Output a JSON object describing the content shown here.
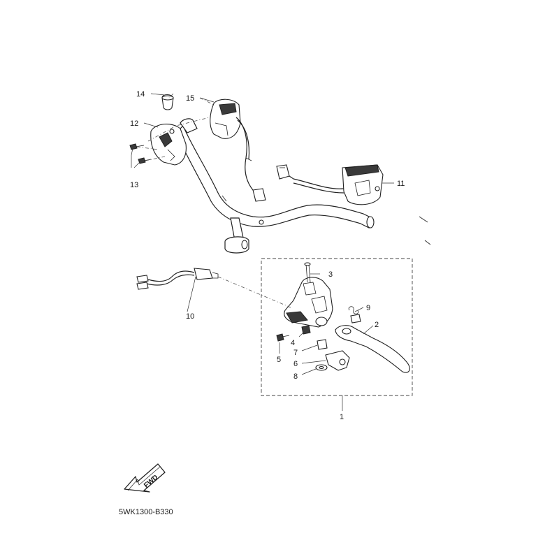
{
  "callouts": {
    "c1": "1",
    "c2": "2",
    "c3": "3",
    "c4": "4",
    "c5": "5",
    "c6": "6",
    "c7": "7",
    "c8": "8",
    "c9": "9",
    "c10": "10",
    "c11": "11",
    "c12": "12",
    "c13": "13",
    "c14": "14",
    "c15": "15"
  },
  "fwd_label": "FWD",
  "part_code": "5WK1300-B330"
}
